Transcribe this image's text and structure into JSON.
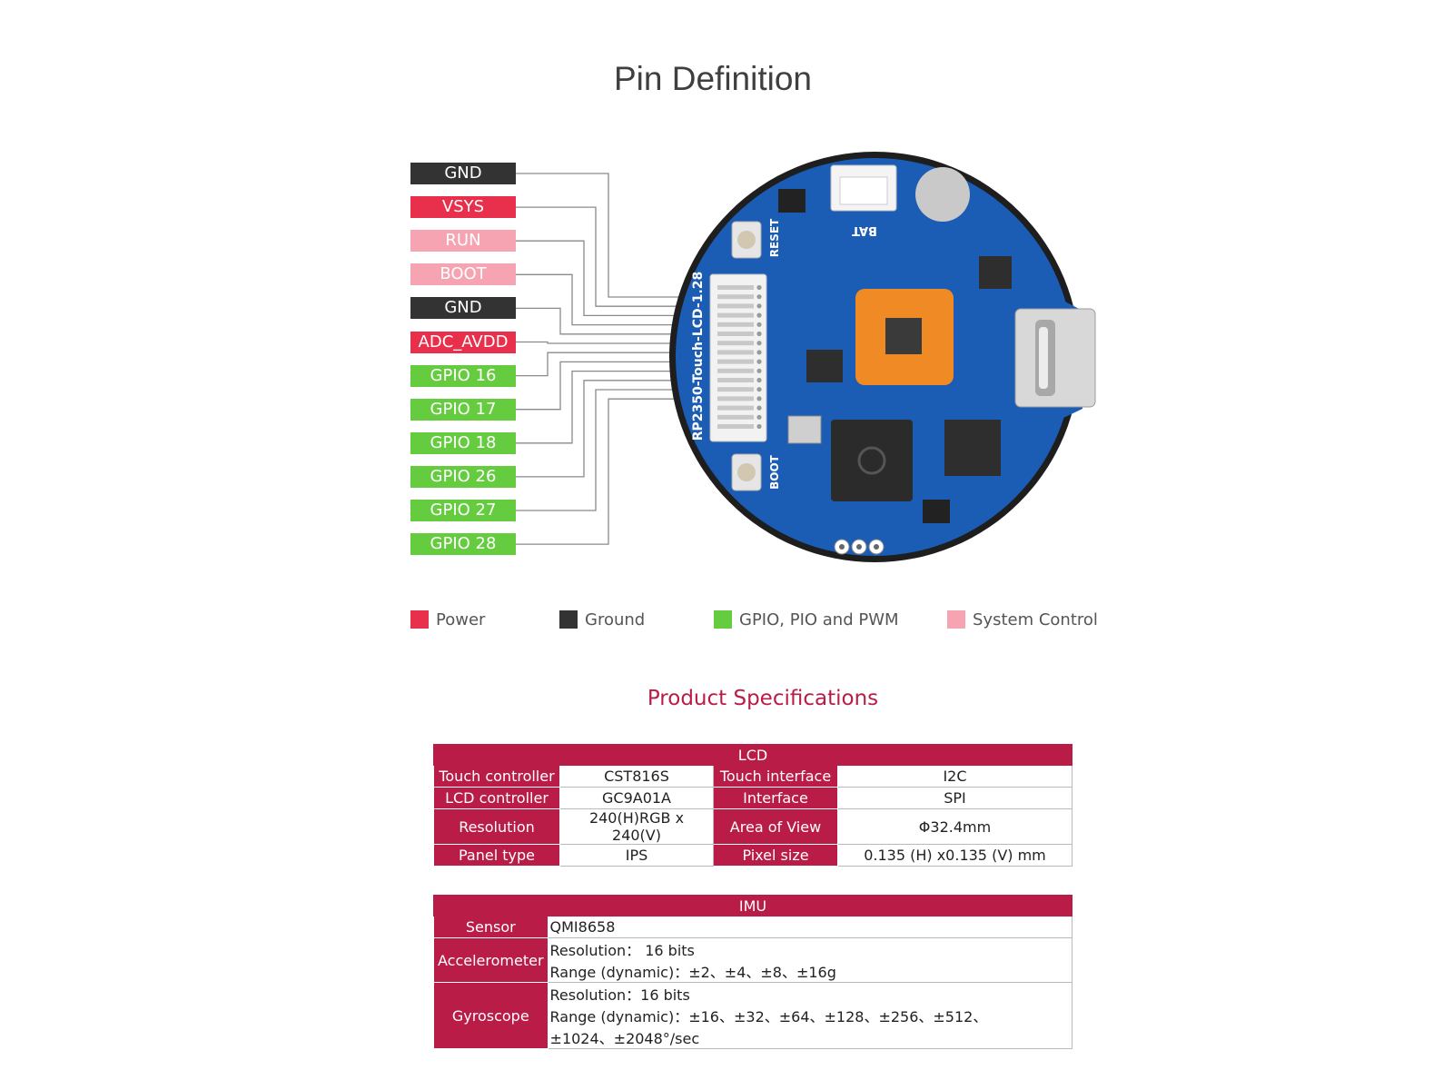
{
  "title": "Pin Definition",
  "pins": [
    {
      "label": "GND",
      "color": "#333333"
    },
    {
      "label": "VSYS",
      "color": "#e8304d"
    },
    {
      "label": "RUN",
      "color": "#f6a4b2"
    },
    {
      "label": "BOOT",
      "color": "#f6a4b2"
    },
    {
      "label": "GND",
      "color": "#333333"
    },
    {
      "label": "ADC_AVDD",
      "color": "#e8304d"
    },
    {
      "label": "GPIO 16",
      "color": "#66cc3f"
    },
    {
      "label": "GPIO 17",
      "color": "#66cc3f"
    },
    {
      "label": "GPIO 18",
      "color": "#66cc3f"
    },
    {
      "label": "GPIO 26",
      "color": "#66cc3f"
    },
    {
      "label": "GPIO 27",
      "color": "#66cc3f"
    },
    {
      "label": "GPIO 28",
      "color": "#66cc3f"
    }
  ],
  "board": {
    "silk_model": "RP2350-Touch-LCD-1.28",
    "silk_reset": "RESET",
    "silk_boot": "BOOT",
    "silk_bat": "BAT",
    "pcb_color": "#1b5cb4"
  },
  "legend": [
    {
      "label": "Power",
      "color": "#e8304d"
    },
    {
      "label": "Ground",
      "color": "#333333"
    },
    {
      "label": "GPIO, PIO and PWM",
      "color": "#66cc3f"
    },
    {
      "label": "System Control",
      "color": "#f6a4b2"
    }
  ],
  "spec_heading": "Product Specifications",
  "lcd": {
    "title": "LCD",
    "rows": [
      [
        "Touch controller",
        "CST816S",
        "Touch interface",
        "I2C"
      ],
      [
        "LCD controller",
        "GC9A01A",
        "Interface",
        "SPI"
      ],
      [
        "Resolution",
        "240(H)RGB x 240(V)",
        "Area of View",
        "Φ32.4mm"
      ],
      [
        "Panel type",
        "IPS",
        "Pixel size",
        "0.135 (H) x0.135 (V) mm"
      ]
    ]
  },
  "imu": {
    "title": "IMU",
    "sensor_label": "Sensor",
    "sensor_value": "QMI8658",
    "accel_label": "Accelerometer",
    "accel_resolution": "Resolution： 16 bits",
    "accel_range": "Range (dynamic)：±2、±4、±8、±16g",
    "gyro_label": "Gyroscope",
    "gyro_resolution": "Resolution：16 bits",
    "gyro_range": "Range (dynamic)：±16、±32、±64、±128、±256、±512、",
    "gyro_range2": "±1024、±2048°/sec"
  },
  "accent": "#b81c47"
}
